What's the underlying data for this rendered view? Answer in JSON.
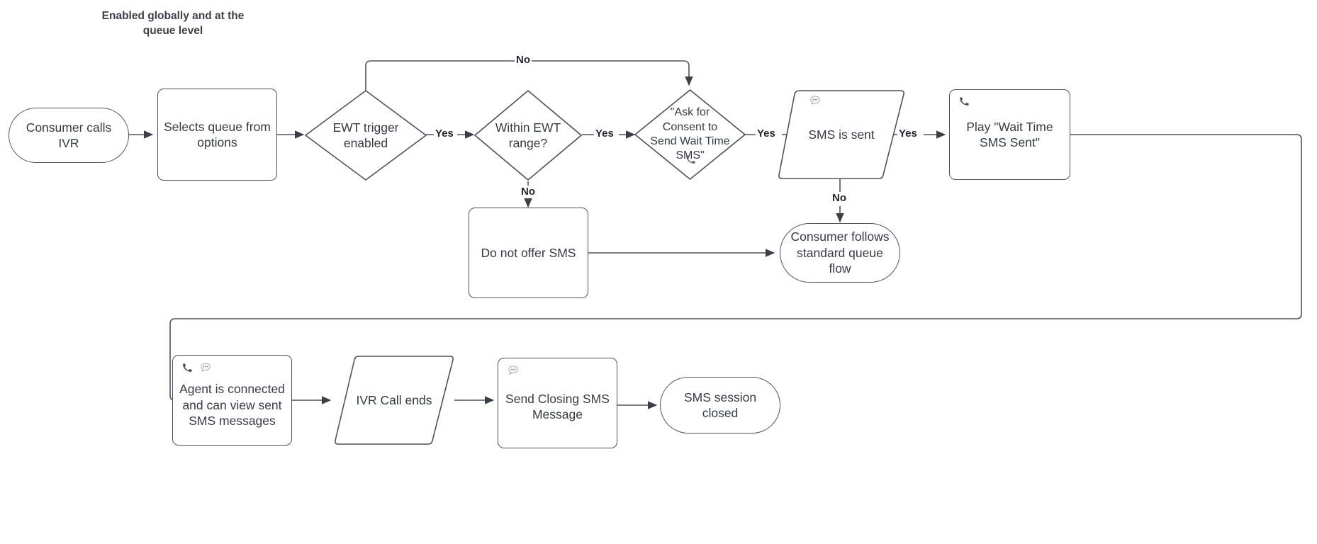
{
  "diagram": {
    "title_note": "Enabled globally and at the\nqueue level",
    "accent_stroke": "#4c525c",
    "text_color": "#353b45",
    "label_color": "#23272e",
    "background": "#ffffff",
    "nodes": [
      {
        "id": "consumer-calls-ivr",
        "label": "Consumer calls\nIVR",
        "shape": "stadium",
        "icons": []
      },
      {
        "id": "selects-queue",
        "label": "Selects queue from\noptions",
        "shape": "rect",
        "icons": []
      },
      {
        "id": "ewt-trigger-enabled",
        "label": "EWT trigger\nenabled",
        "shape": "diamond",
        "icons": []
      },
      {
        "id": "within-ewt-range",
        "label": "Within EWT\nrange?",
        "shape": "diamond",
        "icons": []
      },
      {
        "id": "ask-for-consent",
        "label": "\"Ask for\nConsent to\nSend Wait Time\nSMS\"",
        "shape": "diamond",
        "icons": [
          "phone-icon"
        ]
      },
      {
        "id": "sms-is-sent",
        "label": "SMS is sent",
        "shape": "parallelogram",
        "icons": [
          "chat-bubble-icon"
        ]
      },
      {
        "id": "play-wait-time-sms-sent",
        "label": "Play \"Wait Time\nSMS Sent\"",
        "shape": "rect",
        "icons": [
          "phone-icon"
        ]
      },
      {
        "id": "do-not-offer-sms",
        "label": "Do not offer SMS",
        "shape": "rect",
        "icons": []
      },
      {
        "id": "consumer-follows-standard-queue-flow",
        "label": "Consumer follows\nstandard queue flow",
        "shape": "stadium",
        "icons": []
      },
      {
        "id": "agent-is-connected",
        "label": "Agent is connected\nand can view sent\nSMS messages",
        "shape": "rect",
        "icons": [
          "phone-icon",
          "chat-bubble-icon"
        ]
      },
      {
        "id": "ivr-call-ends",
        "label": "IVR Call ends",
        "shape": "parallelogram",
        "icons": []
      },
      {
        "id": "send-closing-sms-message",
        "label": "Send Closing SMS\nMessage",
        "shape": "rect",
        "icons": [
          "chat-bubble-icon"
        ]
      },
      {
        "id": "sms-session-closed",
        "label": "SMS session closed",
        "shape": "stadium",
        "icons": []
      }
    ],
    "edge_labels": [
      {
        "id": "edge-label-ewt-trigger-no",
        "text": "No"
      },
      {
        "id": "edge-label-ewt-trigger-yes",
        "text": "Yes"
      },
      {
        "id": "edge-label-within-range-yes",
        "text": "Yes"
      },
      {
        "id": "edge-label-within-range-no",
        "text": "No"
      },
      {
        "id": "edge-label-consent-yes",
        "text": "Yes"
      },
      {
        "id": "edge-label-sms-sent-yes",
        "text": "Yes"
      },
      {
        "id": "edge-label-sms-sent-no",
        "text": "No"
      }
    ]
  }
}
